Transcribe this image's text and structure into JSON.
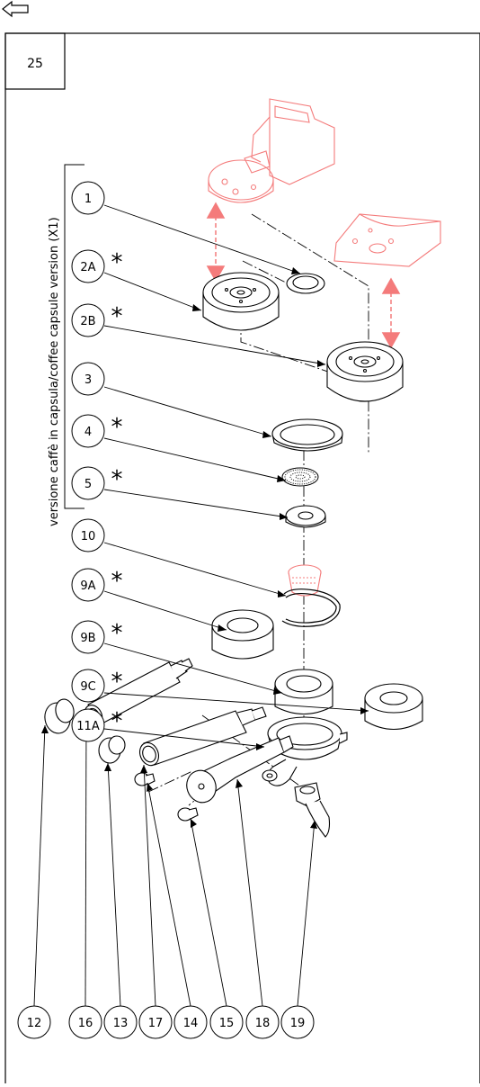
{
  "page_number": "25",
  "back_arrow_icon": "back-arrow-icon",
  "vertical_label": "versione caffè in capsula/coffee capsule version (X1)",
  "callouts": [
    "1",
    "2A",
    "2B",
    "3",
    "4",
    "5",
    "10",
    "9A",
    "9B",
    "9C",
    "11A",
    "12",
    "16",
    "13",
    "17",
    "14",
    "15",
    "18",
    "19"
  ],
  "asterisk": "*",
  "colors": {
    "line": "#000000",
    "highlight": "#f47b7b",
    "highlight_fill": "#fde0e0"
  }
}
